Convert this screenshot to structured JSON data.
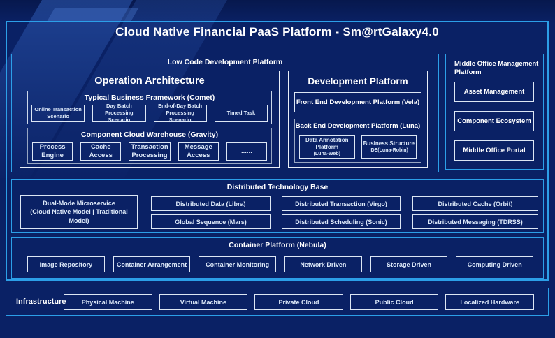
{
  "colors": {
    "background": "#0a2165",
    "accent_border": "#2c9fe8",
    "box_border": "#e9eff8",
    "text": "#ffffff"
  },
  "title": "Cloud Native Financial PaaS Platform - Sm@rtGalaxy4.0",
  "low_code": {
    "label": "Low Code Development Platform",
    "operation_architecture": {
      "label": "Operation Architecture",
      "typical_business_framework": {
        "label": "Typical Business Framework (Comet)",
        "items": [
          "Online Transaction Scenario",
          "Day Batch Processing Scenario",
          "End-of-Day Batch Processing Scenario",
          "Timed Task"
        ]
      },
      "component_cloud_warehouse": {
        "label": "Component Cloud Warehouse (Gravity)",
        "items": [
          "Process Engine",
          "Cache Access",
          "Transaction Processing",
          "Message Access",
          "......"
        ]
      }
    },
    "development_platform": {
      "label": "Development Platform",
      "front_end": "Front End Development Platform (Vela)",
      "back_end": {
        "label": "Back End Development Platform (Luna)",
        "items": [
          {
            "title": "Data Annotation Platform",
            "subtitle": "(Luna-Web)"
          },
          {
            "title": "Business Structure",
            "subtitle": "IDE(Luna-Robin)"
          }
        ]
      }
    }
  },
  "middle_office": {
    "label": "Middle Office Management Platform",
    "items": [
      "Asset Management",
      "Component Ecosystem",
      "Middle Office Portal"
    ]
  },
  "distributed_base": {
    "label": "Distributed Technology Base",
    "dual_mode": {
      "name": "Dual-Mode Microservice",
      "detail": "(Cloud Native Model | Traditional Model)"
    },
    "items": [
      "Distributed Data (Libra)",
      "Global Sequence (Mars)",
      "Distributed Transaction (Virgo)",
      "Distributed Scheduling (Sonic)",
      "Distributed Cache (Orbit)",
      "Distributed Messaging (TDRSS)"
    ]
  },
  "container_platform": {
    "label": "Container Platform (Nebula)",
    "items": [
      "Image Repository",
      "Container Arrangement",
      "Container Monitoring",
      "Network Driven",
      "Storage Driven",
      "Computing Driven"
    ]
  },
  "infrastructure": {
    "label": "Infrastructure",
    "items": [
      "Physical Machine",
      "Virtual Machine",
      "Private Cloud",
      "Public Cloud",
      "Localized Hardware"
    ]
  }
}
